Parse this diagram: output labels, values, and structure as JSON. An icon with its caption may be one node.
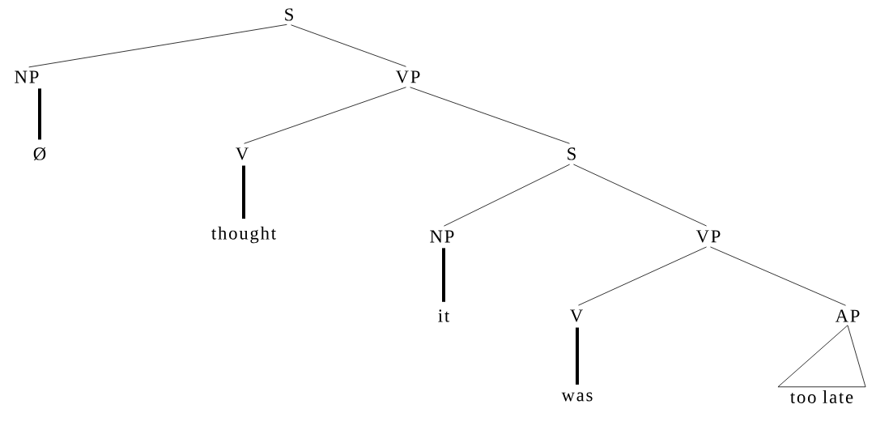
{
  "diagram": {
    "nodes": [
      {
        "text": [
          "S"
        ]
      },
      {
        "text": [
          "NP"
        ]
      },
      {
        "text": [
          "VP"
        ]
      },
      {
        "text": [
          "Ø"
        ]
      },
      {
        "text": [
          "V"
        ]
      },
      {
        "text": [
          "S"
        ]
      },
      {
        "text": [
          "thought"
        ]
      },
      {
        "text": [
          "NP"
        ]
      },
      {
        "text": [
          "VP"
        ]
      },
      {
        "text": [
          "it"
        ]
      },
      {
        "text": [
          "V"
        ]
      },
      {
        "text": [
          "AP"
        ]
      },
      {
        "text": [
          "was"
        ]
      },
      {
        "text": [
          "too late"
        ]
      }
    ],
    "edges": [
      {
        "from": 0,
        "to": 1,
        "arrow": "none"
      },
      {
        "from": 0,
        "to": 2,
        "arrow": "none"
      },
      {
        "from": 1,
        "to": 3,
        "arrow": "none",
        "style": "thick"
      },
      {
        "from": 2,
        "to": 4,
        "arrow": "none"
      },
      {
        "from": 2,
        "to": 5,
        "arrow": "none"
      },
      {
        "from": 4,
        "to": 6,
        "arrow": "none",
        "style": "thick"
      },
      {
        "from": 5,
        "to": 7,
        "arrow": "none"
      },
      {
        "from": 5,
        "to": 8,
        "arrow": "none"
      },
      {
        "from": 7,
        "to": 9,
        "arrow": "none",
        "style": "thick"
      },
      {
        "from": 8,
        "to": 10,
        "arrow": "none"
      },
      {
        "from": 8,
        "to": 11,
        "arrow": "none"
      },
      {
        "from": 10,
        "to": 12,
        "arrow": "none",
        "style": "thick"
      },
      {
        "from": 11,
        "to": 13,
        "arrow": "none"
      }
    ]
  }
}
